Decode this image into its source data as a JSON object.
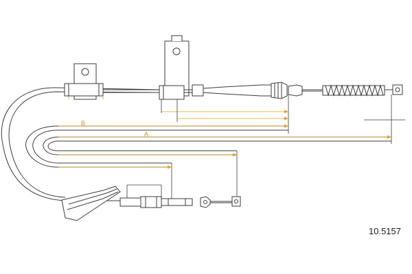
{
  "drawing": {
    "part_number": "10.5157",
    "dimension_labels": {
      "a": "A",
      "b": "B"
    },
    "colors": {
      "line": "#3a3a3a",
      "dimension": "#e0a020",
      "label": "#c8941a"
    }
  }
}
